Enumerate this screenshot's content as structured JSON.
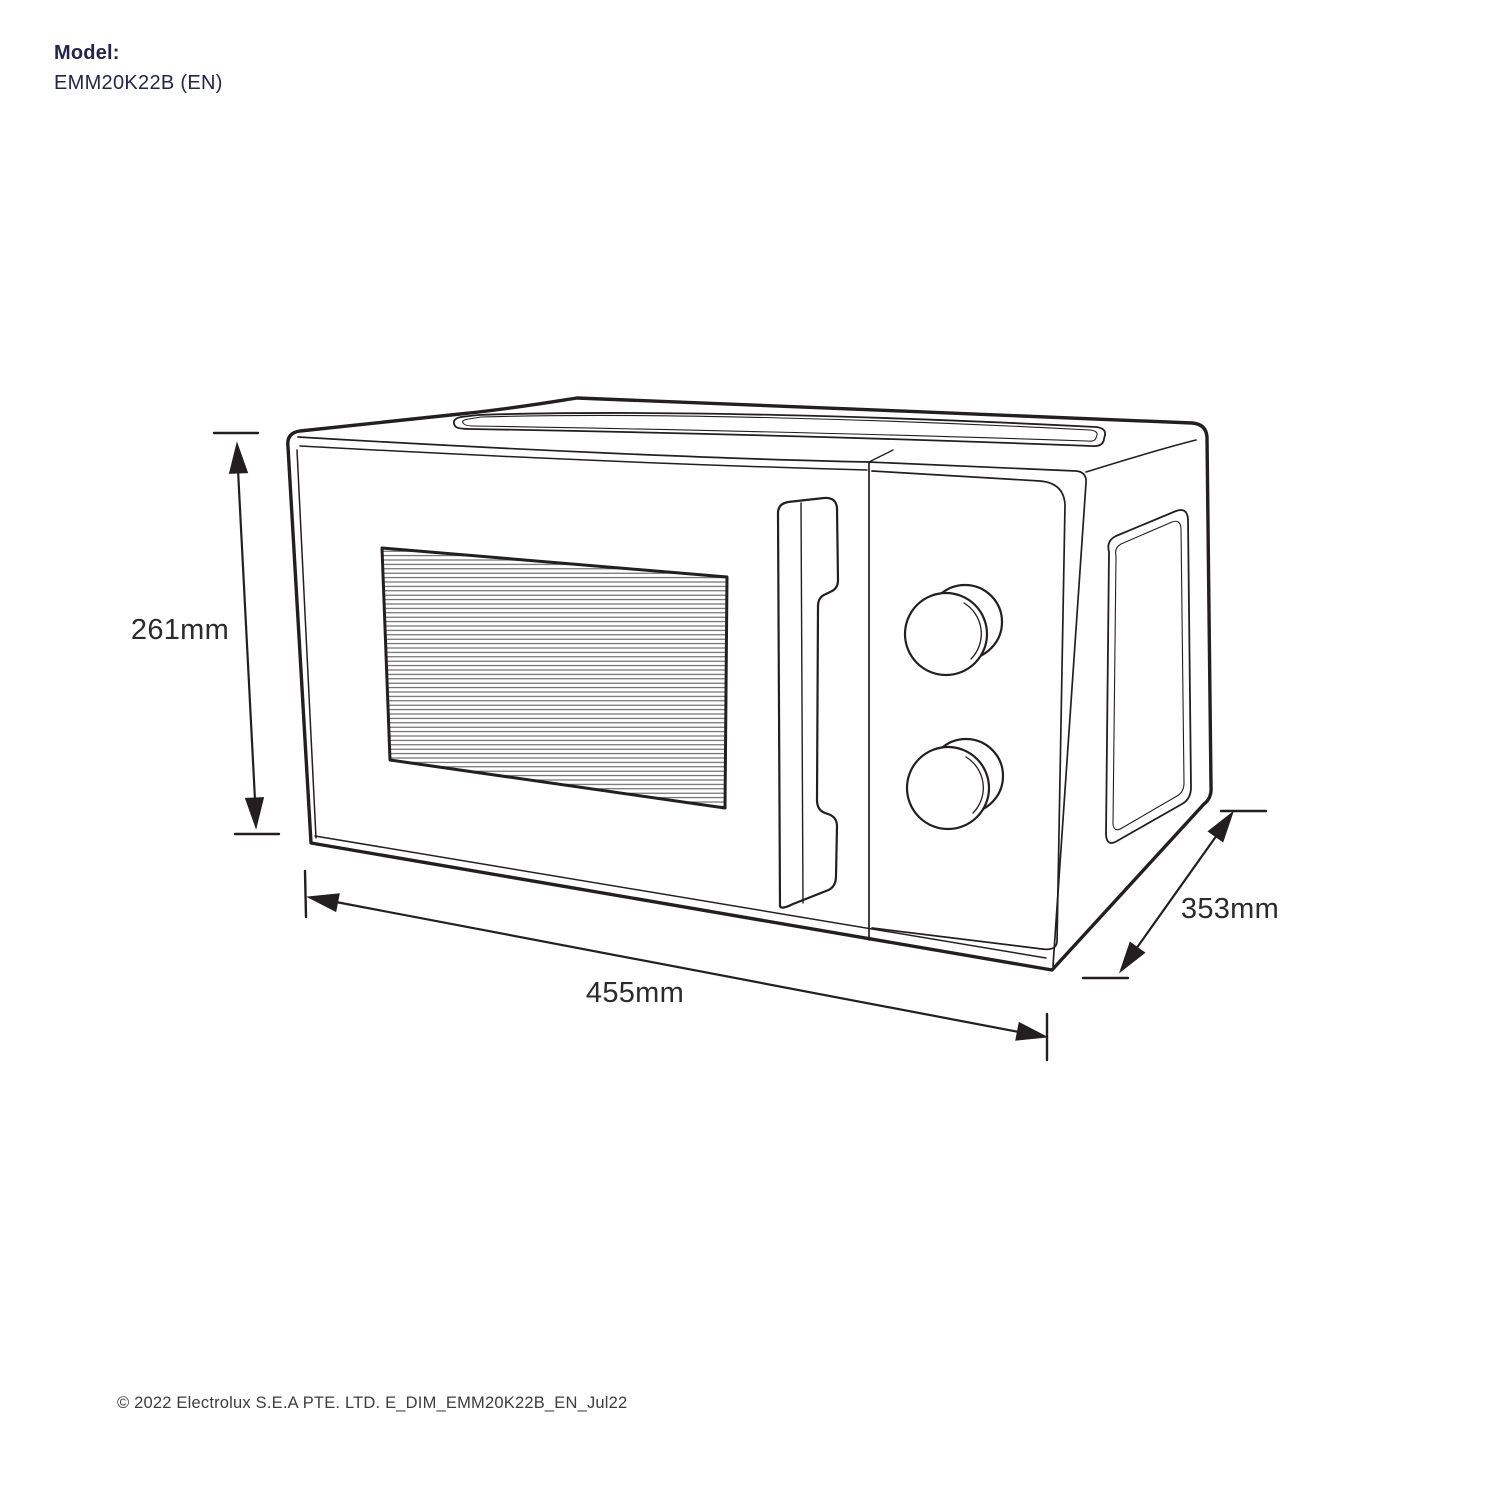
{
  "header": {
    "model_label": "Model:",
    "model_code": "EMM20K22B (EN)",
    "text_color": "#23254e"
  },
  "diagram": {
    "description": "isometric line drawing of a microwave oven with dimension arrows",
    "line_color": "#231f20",
    "dimensions": {
      "height": "261mm",
      "width": "455mm",
      "depth": "353mm"
    }
  },
  "footer": {
    "copyright": "© 2022 Electrolux S.E.A PTE. LTD. E_DIM_EMM20K22B_EN_Jul22"
  }
}
